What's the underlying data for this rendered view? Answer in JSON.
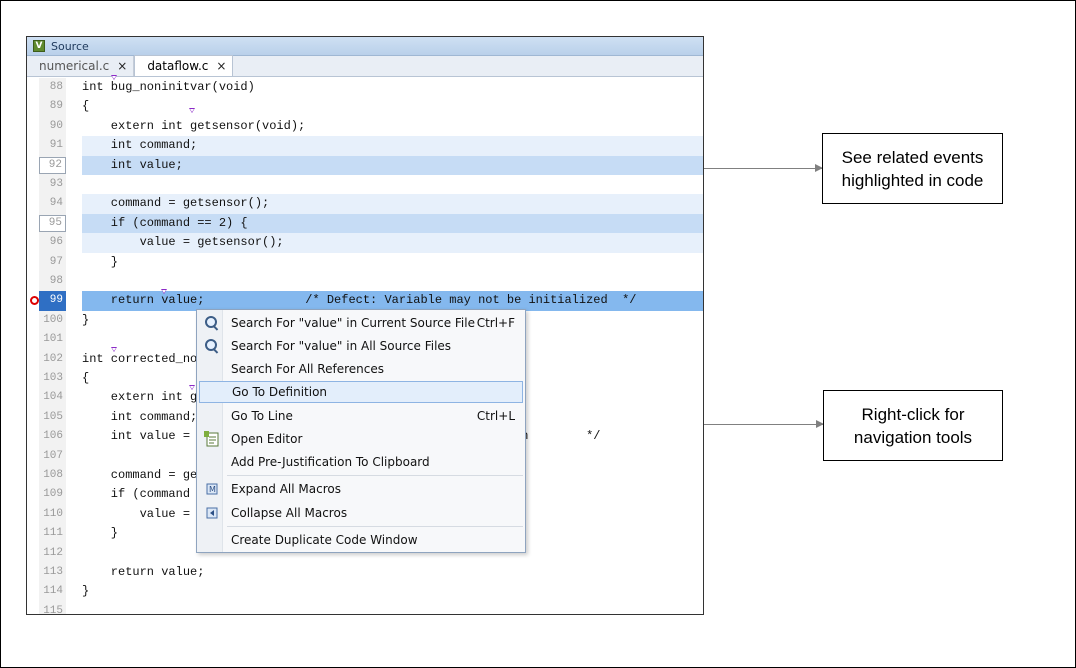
{
  "window": {
    "title": "Source",
    "app_icon": "V"
  },
  "tabs": [
    {
      "label": "numerical.c",
      "close": "×"
    },
    {
      "label": "dataflow.c",
      "close": "×"
    }
  ],
  "code_lines": [
    {
      "ln": "88",
      "text": "int bug_noninitvar(void)"
    },
    {
      "ln": "89",
      "text": "{"
    },
    {
      "ln": "90",
      "text": "    extern int getsensor(void);"
    },
    {
      "ln": "91",
      "text": "    int command;"
    },
    {
      "ln": "92",
      "text": "    int value;"
    },
    {
      "ln": "93",
      "text": ""
    },
    {
      "ln": "94",
      "text": "    command = getsensor();"
    },
    {
      "ln": "95",
      "text": "    if (command == 2) {"
    },
    {
      "ln": "96",
      "text": "        value = getsensor();"
    },
    {
      "ln": "97",
      "text": "    }"
    },
    {
      "ln": "98",
      "text": ""
    },
    {
      "ln": "99",
      "text": "    return value;              /* Defect: Variable may not be initialized  */"
    },
    {
      "ln": "100",
      "text": "}"
    },
    {
      "ln": "101",
      "text": ""
    },
    {
      "ln": "102",
      "text": "int corrected_no"
    },
    {
      "ln": "103",
      "text": "{"
    },
    {
      "ln": "104",
      "text": "    extern int g"
    },
    {
      "ln": "105",
      "text": "    int command;"
    },
    {
      "ln": "106",
      "text": "    int value =                                         zation        */"
    },
    {
      "ln": "107",
      "text": ""
    },
    {
      "ln": "108",
      "text": "    command = ge"
    },
    {
      "ln": "109",
      "text": "    if (command"
    },
    {
      "ln": "110",
      "text": "        value ="
    },
    {
      "ln": "111",
      "text": "    }"
    },
    {
      "ln": "112",
      "text": ""
    },
    {
      "ln": "113",
      "text": "    return value;"
    },
    {
      "ln": "114",
      "text": "}"
    },
    {
      "ln": "115",
      "text": ""
    }
  ],
  "context_menu": {
    "items": [
      {
        "label": "Search For \"value\" in Current Source File",
        "shortcut": "Ctrl+F",
        "icon": "search-icon"
      },
      {
        "label": "Search For \"value\" in All Source Files",
        "shortcut": "",
        "icon": "search-icon"
      },
      {
        "label": "Search For All References",
        "shortcut": "",
        "icon": ""
      },
      {
        "label": "Go To Definition",
        "shortcut": "",
        "icon": ""
      },
      {
        "label": "Go To Line",
        "shortcut": "Ctrl+L",
        "icon": ""
      },
      {
        "label": "Open Editor",
        "shortcut": "",
        "icon": "editor-icon"
      },
      {
        "label": "Add Pre-Justification To Clipboard",
        "shortcut": "",
        "icon": ""
      },
      {
        "label": "Expand All Macros",
        "shortcut": "",
        "icon": "expand-macros-icon"
      },
      {
        "label": "Collapse All Macros",
        "shortcut": "",
        "icon": "collapse-macros-icon"
      },
      {
        "label": "Create Duplicate Code Window",
        "shortcut": "",
        "icon": ""
      }
    ]
  },
  "callouts": {
    "related_events": "See related events highlighted in code",
    "right_click": "Right-click for navigation tools"
  },
  "colors": {
    "highlight_strong": "#84b8ee",
    "highlight_mid": "#c6dcf5",
    "highlight_light": "#e7f0fb",
    "defect_marker": "#dd0000",
    "variable_marker": "#8b2ac7"
  }
}
